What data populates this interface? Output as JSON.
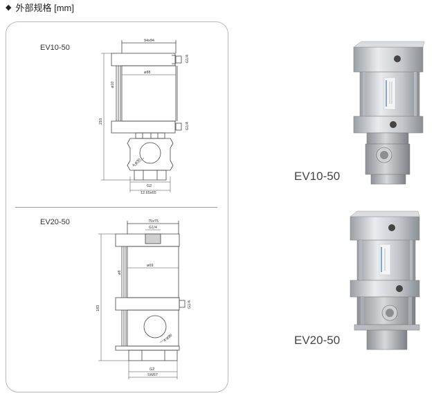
{
  "header": {
    "bullet": "◆",
    "title": "外部规格  [mm]"
  },
  "drawings": [
    {
      "model": "EV10-50",
      "dims": {
        "top_width": "94x94",
        "port_top": "G1/4",
        "bore": "ø88",
        "rod": "ø10",
        "height": "210",
        "port_bottom": "G1/4",
        "window": "4-ø30",
        "thread": "G2",
        "hex": "12.65x65"
      }
    },
    {
      "model": "EV20-50",
      "dims": {
        "top_width": "75x75",
        "port_top": "G1/4",
        "rod": "ø8",
        "bore": "ø69",
        "height": "183",
        "port_side": "G1/4",
        "window": "4-ø30",
        "thread": "G2",
        "hex": "SW67"
      }
    }
  ],
  "photos": [
    {
      "label": "EV10-50"
    },
    {
      "label": "EV20-50"
    }
  ]
}
